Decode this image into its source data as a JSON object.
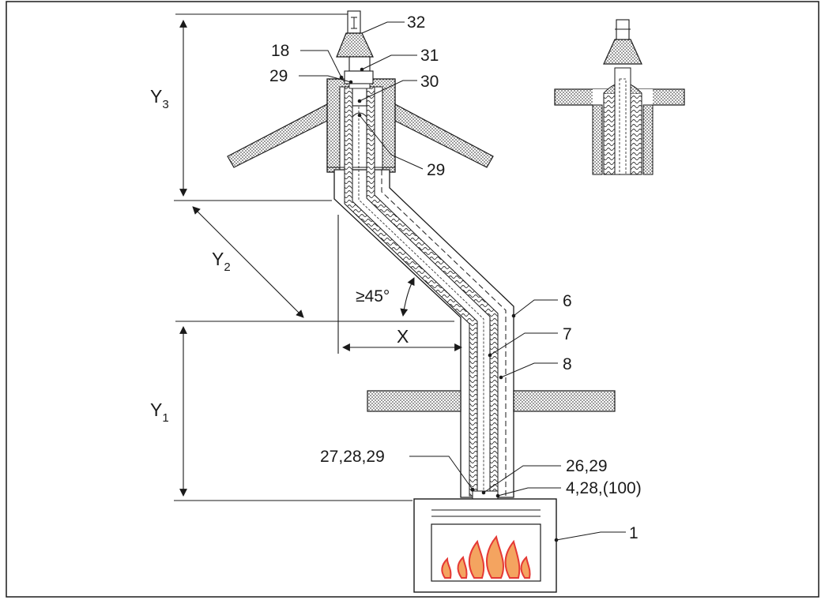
{
  "labels": {
    "l32": "32",
    "l18": "18",
    "l31": "31",
    "l29_top": "29",
    "l30": "30",
    "l29_bottom": "29",
    "l6": "6",
    "l7": "7",
    "l8": "8",
    "l27_28_29": "27,28,29",
    "l26_29": "26,29",
    "l4_28_100": "4,28,(100)",
    "l1": "1"
  },
  "dimensions": {
    "y3": "Y",
    "y3_sub": "3",
    "y2": "Y",
    "y2_sub": "2",
    "y1": "Y",
    "y1_sub": "1",
    "x": "X",
    "angle": "≥45°"
  },
  "colors": {
    "line": "#1a1a1a",
    "insulation_fill": "#e6e6e6",
    "flame_outer": "#e53935",
    "flame_inner": "#f4a460"
  }
}
